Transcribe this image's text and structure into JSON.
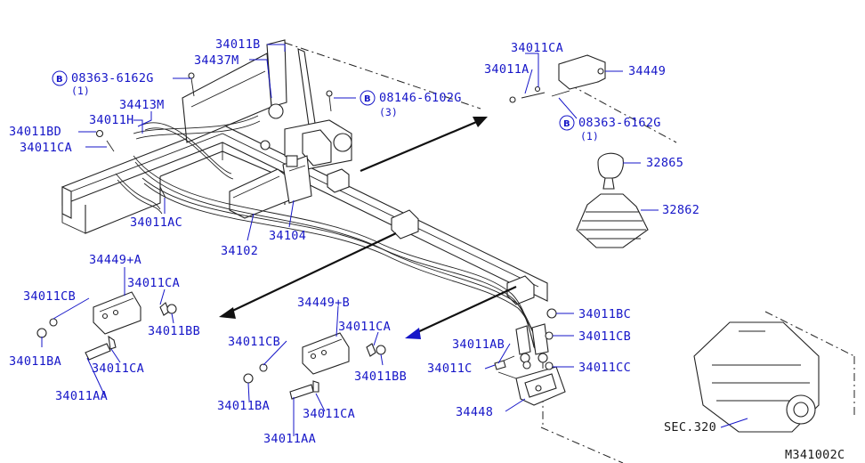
{
  "diagram": {
    "code": "M341002C",
    "labels": {
      "l34011B_top": "34011B",
      "l34437M": "34437M",
      "l08363_top": "08363-6162G",
      "l08363_top_qty": "(1)",
      "l34413M": "34413M",
      "l34011BD": "34011BD",
      "l34011H": "34011H",
      "l34011CA_left": "34011CA",
      "l08146": "08146-6102G",
      "l08146_qty": "(3)",
      "l34011AC": "34011AC",
      "l34102": "34102",
      "l34104": "34104",
      "l34011CA_tr": "34011CA",
      "l34011A": "34011A",
      "l34449": "34449",
      "l08363_right": "08363-6162G",
      "l08363_right_qty": "(1)",
      "l32865": "32865",
      "l32862": "32862",
      "l34449A": "34449+A",
      "l34011CB_a": "34011CB",
      "l34011CA_a1": "34011CA",
      "l34011BB_a": "34011BB",
      "l34011BA_a": "34011BA",
      "l34011CA_a2": "34011CA",
      "l34011AA_a": "34011AA",
      "l34449B": "34449+B",
      "l34011CB_b": "34011CB",
      "l34011CA_b1": "34011CA",
      "l34011BB_b": "34011BB",
      "l34011BA_b": "34011BA",
      "l34011CA_b2": "34011CA",
      "l34011AA_b": "34011AA",
      "l34011BC": "34011BC",
      "l34011CB_r": "34011CB",
      "l34011AB": "34011AB",
      "l34011C": "34011C",
      "l34011CC": "34011CC",
      "l34448": "34448",
      "lSEC320": "SEC.320"
    },
    "bolt_symbol": "B"
  }
}
